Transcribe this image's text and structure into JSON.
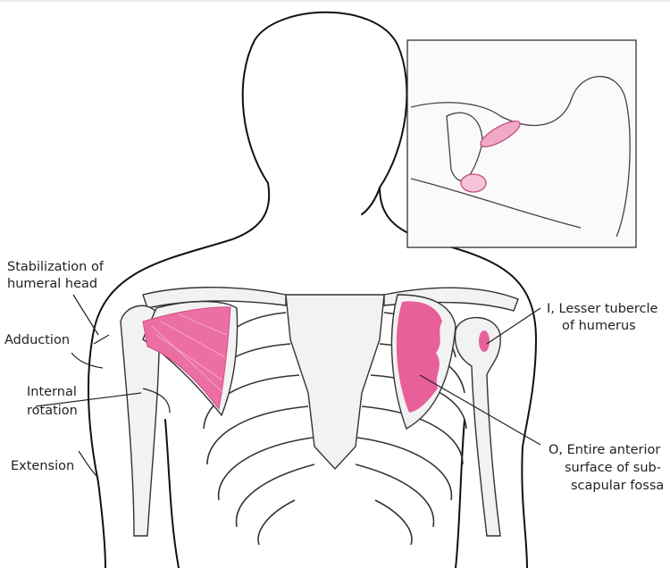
{
  "labels": {
    "stabilization": [
      "Stabilization of",
      "humeral head"
    ],
    "adduction": "Adduction",
    "internal_rotation": [
      "Internal",
      "rotation"
    ],
    "extension": "Extension",
    "insertion": [
      "I, Lesser tubercle",
      "of humerus"
    ],
    "origin": [
      "O, Entire anterior",
      "surface of sub-",
      "scapular fossa"
    ]
  },
  "colors": {
    "muscle": "#e8609a",
    "muscle_light": "#f3a6c6",
    "outline": "#111111"
  }
}
